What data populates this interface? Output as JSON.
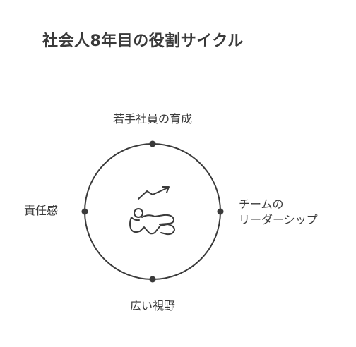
{
  "title": "社会人8年目の役割サイクル",
  "cycle": {
    "nodes": [
      {
        "id": "top",
        "label": "若手社員の育成"
      },
      {
        "id": "right",
        "label_line1": "チームの",
        "label_line2": "リーダーシップ"
      },
      {
        "id": "bottom",
        "label": "広い視野"
      },
      {
        "id": "left",
        "label": "責任感"
      }
    ],
    "center_icon": "growth-person-icon",
    "colors": {
      "stroke": "#3a3a3a",
      "text": "#3a3a3a",
      "background": "#ffffff"
    }
  }
}
